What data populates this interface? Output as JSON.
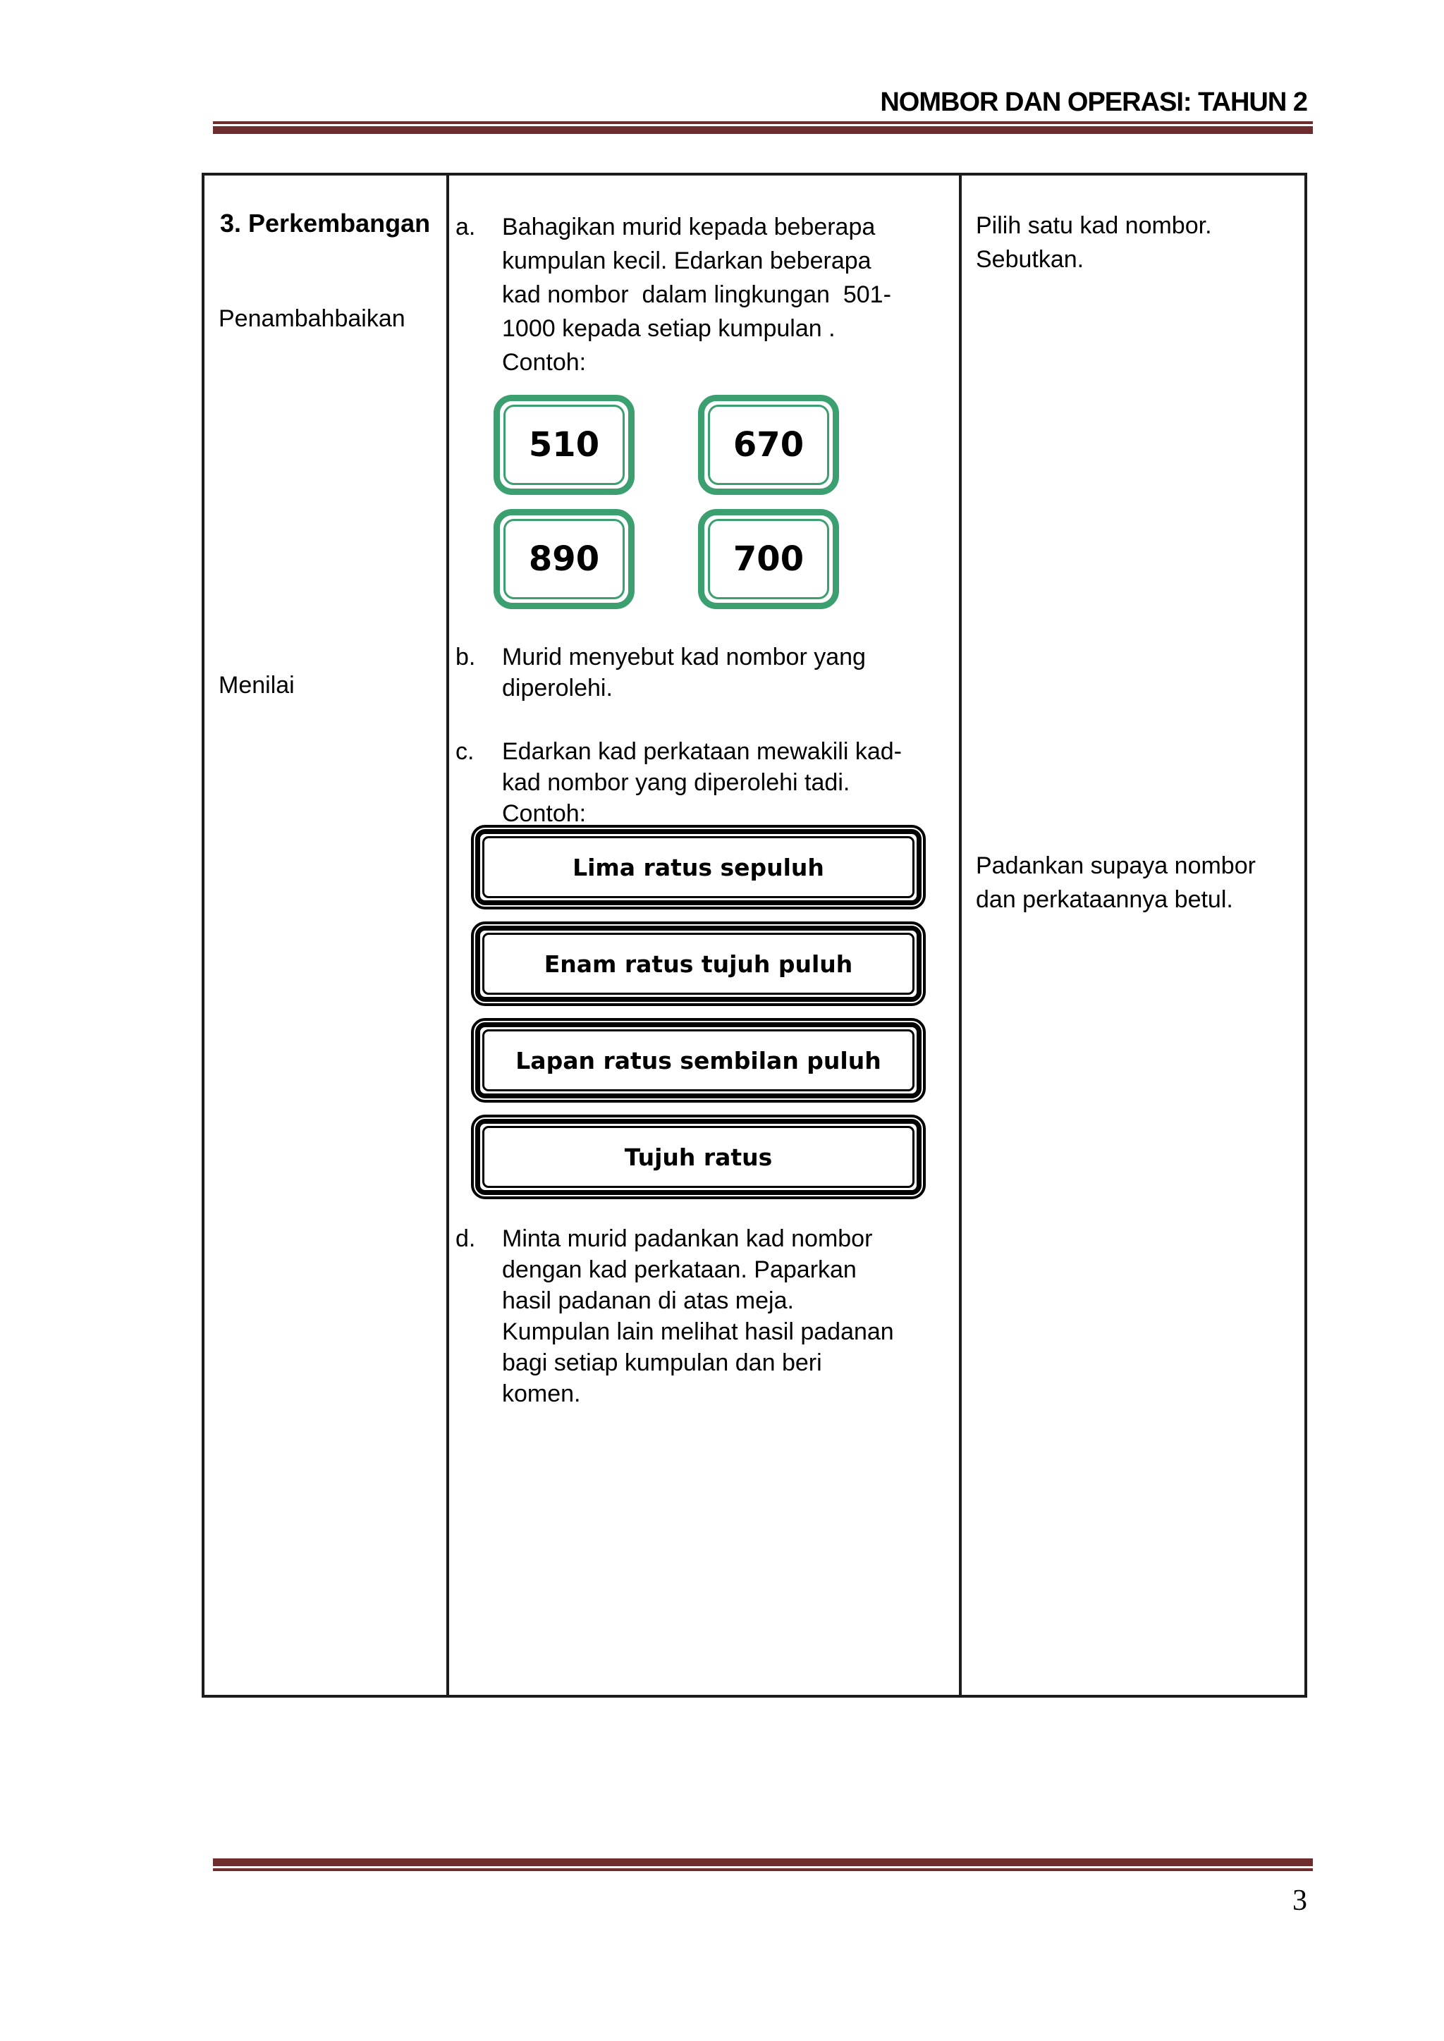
{
  "header": {
    "title": "NOMBOR DAN OPERASI: TAHUN 2"
  },
  "footer": {
    "page_number": "3"
  },
  "colors": {
    "card_green": "#3b9f70",
    "rule_maroon": "#6e2c2c"
  },
  "table": {
    "phase_column": {
      "phase_label": "3. Perkembangan",
      "sublabel_1": "Penambahbaikan",
      "sublabel_2": "Menilai"
    },
    "activity_column": {
      "item_a": {
        "marker": "a.",
        "lines": [
          "Bahagikan murid kepada beberapa",
          "kumpulan kecil. Edarkan beberapa",
          "kad nombor  dalam lingkungan  501-",
          "1000 kepada setiap kumpulan .",
          "Contoh:"
        ]
      },
      "item_b": {
        "marker": "b.",
        "lines": [
          "Murid menyebut kad nombor yang",
          "diperolehi."
        ]
      },
      "item_c": {
        "marker": "c.",
        "lines": [
          "Edarkan kad perkataan mewakili kad-",
          "kad nombor yang diperolehi tadi.",
          "Contoh:"
        ]
      },
      "item_d": {
        "marker": "d.",
        "lines": [
          "Minta murid padankan kad nombor",
          "dengan kad perkataan. Paparkan",
          "hasil padanan di atas meja.",
          "Kumpulan lain melihat hasil padanan",
          "bagi setiap kumpulan dan beri",
          "komen."
        ]
      },
      "number_cards": [
        "510",
        "670",
        "890",
        "700"
      ],
      "word_cards": [
        "Lima ratus sepuluh",
        "Enam ratus tujuh puluh",
        "Lapan ratus sembilan puluh",
        "Tujuh ratus"
      ]
    },
    "remark_column": {
      "remark_1_lines": [
        "Pilih satu kad nombor.",
        "Sebutkan."
      ],
      "remark_2_lines": [
        "Padankan supaya nombor",
        "dan perkataannya betul."
      ]
    }
  }
}
